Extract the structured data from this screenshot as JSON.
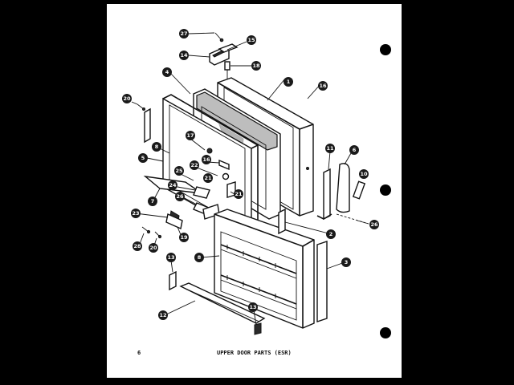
{
  "footer": {
    "page_number": "6",
    "title": "UPPER DOOR PARTS (ESR)"
  },
  "callouts": [
    {
      "label": "27"
    },
    {
      "label": "15"
    },
    {
      "label": "14"
    },
    {
      "label": "18"
    },
    {
      "label": "4"
    },
    {
      "label": "1"
    },
    {
      "label": "16"
    },
    {
      "label": "20"
    },
    {
      "label": "17"
    },
    {
      "label": "8"
    },
    {
      "label": "5"
    },
    {
      "label": "16"
    },
    {
      "label": "22"
    },
    {
      "label": "25"
    },
    {
      "label": "21"
    },
    {
      "label": "11"
    },
    {
      "label": "6"
    },
    {
      "label": "10"
    },
    {
      "label": "24"
    },
    {
      "label": "7"
    },
    {
      "label": "21"
    },
    {
      "label": "26"
    },
    {
      "label": "26"
    },
    {
      "label": "23"
    },
    {
      "label": "19"
    },
    {
      "label": "28"
    },
    {
      "label": "20"
    },
    {
      "label": "2"
    },
    {
      "label": "8"
    },
    {
      "label": "3"
    },
    {
      "label": "13"
    },
    {
      "label": "12"
    },
    {
      "label": "13"
    }
  ]
}
